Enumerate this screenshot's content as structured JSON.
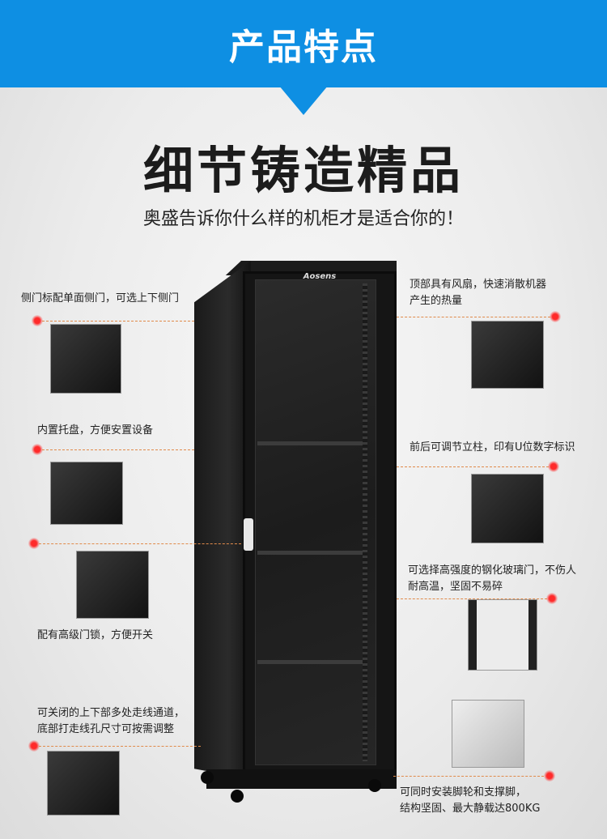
{
  "banner": {
    "title": "产品特点"
  },
  "headline": "细节铸造精品",
  "subhead": "奥盛告诉你什么样的机柜才是适合你的！",
  "cabinet": {
    "brand": "Aosens"
  },
  "callouts": {
    "side_door": "侧门标配单面侧门，可选上下侧门",
    "top_fan_1": "顶部具有风扇，快速消散机器",
    "top_fan_2": "产生的热量",
    "tray": "内置托盘，方便安置设备",
    "posts": "前后可调节立柱，印有U位数字标识",
    "glass_1": "可选择高强度的钢化玻璃门，不伤人",
    "glass_2": "耐高温，坚固不易碎",
    "lock": "配有高级门锁，方便开关",
    "cable_1": "可关闭的上下部多处走线通道，",
    "cable_2": "底部打走线孔尺寸可按需调整",
    "wheels_1": "可同时安装脚轮和支撑脚，",
    "wheels_2": "结构坚固、最大静载达800KG"
  },
  "colors": {
    "banner": "#0e8fe3",
    "dot": "#ff2a2a"
  }
}
